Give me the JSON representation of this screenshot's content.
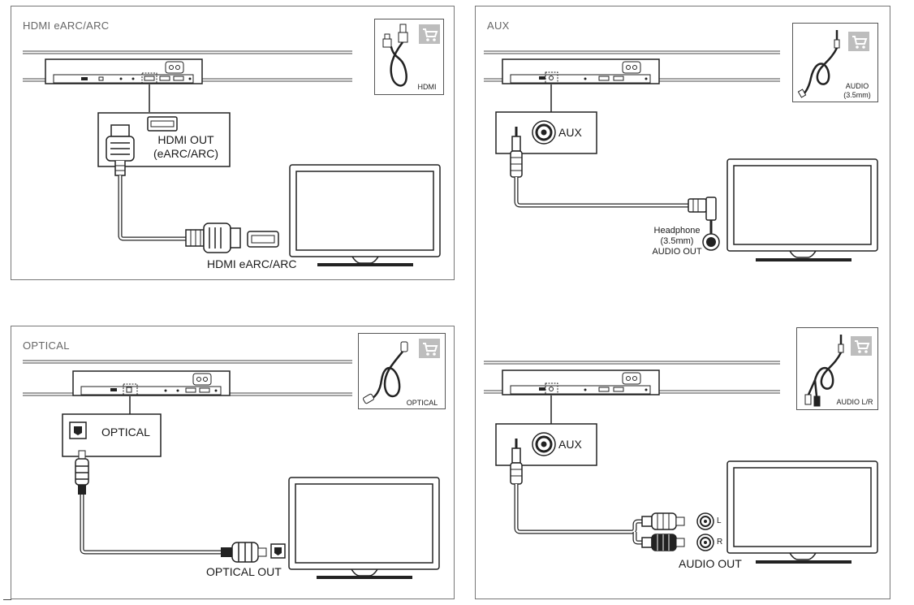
{
  "panels": {
    "hdmi": {
      "title": "HDMI eARC/ARC",
      "accessory_label": "HDMI",
      "source_port_label": "HDMI OUT\n(eARC/ARC)",
      "tv_port_label": "HDMI eARC/ARC"
    },
    "optical": {
      "title": "OPTICAL",
      "accessory_label": "OPTICAL",
      "source_port_label": "OPTICAL",
      "tv_port_label": "OPTICAL OUT"
    },
    "aux_35": {
      "title": "AUX",
      "accessory_label": "AUDIO\n(3.5mm)",
      "source_port_label": "AUX",
      "tv_port_label": "Headphone\n(3.5mm)\nAUDIO OUT"
    },
    "aux_lr": {
      "accessory_label": "AUDIO L/R",
      "source_port_label": "AUX",
      "tv_port_label": "AUDIO OUT",
      "left_label": "L",
      "right_label": "R"
    }
  },
  "icons": [
    "shopping-cart-icon",
    "hdmi-cable-icon",
    "optical-cable-icon",
    "audio-cable-icon",
    "rca-cable-icon",
    "tv-icon",
    "soundbar-icon"
  ],
  "colors": {
    "line": "#222222",
    "frame": "#777777",
    "cart": "#bdbdbd"
  }
}
